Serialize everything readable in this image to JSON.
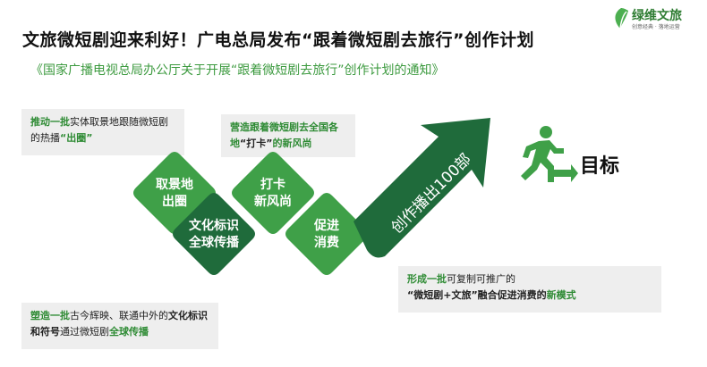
{
  "header": {
    "title": "文旅微短剧迎来利好！广电总局发布“跟着微短剧去旅行”创作计划",
    "subtitle": "《国家广播电视总局办公厅关于开展“跟着微短剧去旅行”创作计划的通知》"
  },
  "logo": {
    "name": "绿维文旅",
    "tagline": "创意经典 · 落地运营"
  },
  "notes": {
    "top_left": {
      "em1": "推动一批",
      "text1": "实体取景地跟随微短剧的热播",
      "em2": "“出圈”"
    },
    "top_mid": {
      "text1": "营造跟着微短剧去全国各地",
      "em1": "“打卡”",
      "text2": "的新风尚"
    },
    "bottom_left": {
      "em1": "塑造一批",
      "text1": "古今辉映、联通中外的",
      "bold1": "文化标识和符号",
      "text2": "通过微短剧",
      "em2": "全球传播"
    },
    "bottom_right": {
      "em1": "形成一批",
      "text1": "可复制可推广的",
      "bold1": "“微短剧+文旅”融合促进消费的",
      "em2": "新模式"
    }
  },
  "diamonds": {
    "d1": "取景地\n出圈",
    "d2": "文化标识\n全球传播",
    "d3": "打卡\n新风尚",
    "d4": "促进\n消费"
  },
  "arrow": {
    "label": "创作播出100部"
  },
  "goal": {
    "label": "目标",
    "icon": "running-exit-icon"
  },
  "colors": {
    "green_light": "#3fa048",
    "green_dark": "#1f6b3b",
    "green_mid": "#2f8a43",
    "note_bg": "#eeeeee",
    "accent_text": "#2e8b34"
  }
}
